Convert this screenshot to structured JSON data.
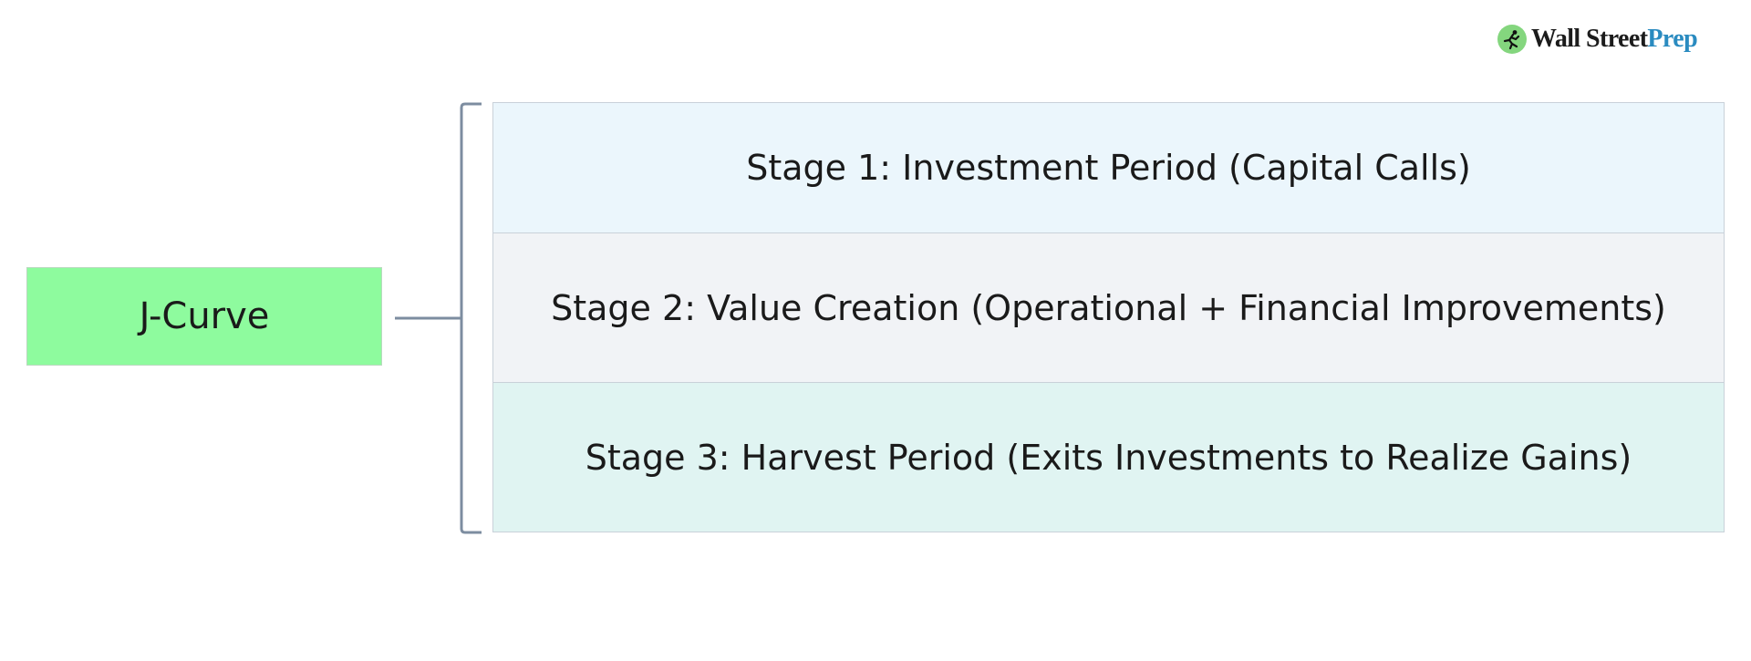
{
  "logo": {
    "brand_part1": "Wall Street",
    "brand_part2": "Prep",
    "icon": "runner-icon"
  },
  "root": {
    "label": "J-Curve"
  },
  "stages": [
    {
      "label": "Stage 1: Investment Period (Capital Calls)"
    },
    {
      "label": "Stage 2: Value Creation (Operational + Financial Improvements)"
    },
    {
      "label": "Stage 3: Harvest Period (Exits Investments to Realize Gains)"
    }
  ],
  "colors": {
    "root_fill": "#8efb9e",
    "stage1_fill": "#ebf6fc",
    "stage2_fill": "#f1f3f6",
    "stage3_fill": "#e0f4f2",
    "connector": "#7d8da0",
    "brand_blue": "#2a8bc0",
    "brand_green": "#84d67e"
  }
}
